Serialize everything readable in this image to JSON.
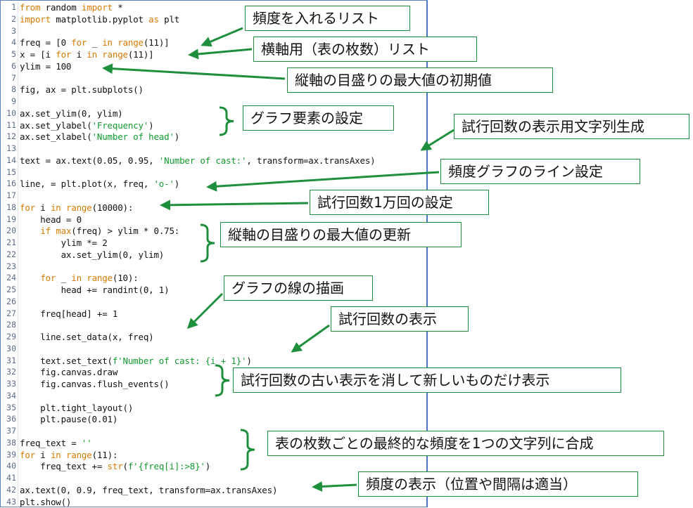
{
  "code_lines": [
    {
      "n": "1",
      "tokens": [
        {
          "t": "from",
          "c": "kw"
        },
        {
          "t": " random "
        },
        {
          "t": "import",
          "c": "kw"
        },
        {
          "t": " *"
        }
      ]
    },
    {
      "n": "2",
      "tokens": [
        {
          "t": "import",
          "c": "kw"
        },
        {
          "t": " matplotlib.pyplot "
        },
        {
          "t": "as",
          "c": "kw"
        },
        {
          "t": " plt"
        }
      ]
    },
    {
      "n": "3",
      "tokens": []
    },
    {
      "n": "4",
      "tokens": [
        {
          "t": "freq = [0 "
        },
        {
          "t": "for",
          "c": "kw"
        },
        {
          "t": " _ "
        },
        {
          "t": "in",
          "c": "kw"
        },
        {
          "t": " "
        },
        {
          "t": "range",
          "c": "kw"
        },
        {
          "t": "(11)]"
        }
      ]
    },
    {
      "n": "5",
      "tokens": [
        {
          "t": "x = [i "
        },
        {
          "t": "for",
          "c": "kw"
        },
        {
          "t": " i "
        },
        {
          "t": "in",
          "c": "kw"
        },
        {
          "t": " "
        },
        {
          "t": "range",
          "c": "kw"
        },
        {
          "t": "(11)]"
        }
      ]
    },
    {
      "n": "6",
      "tokens": [
        {
          "t": "ylim = 100"
        }
      ]
    },
    {
      "n": "7",
      "tokens": []
    },
    {
      "n": "8",
      "tokens": [
        {
          "t": "fig, ax = plt.subplots()"
        }
      ]
    },
    {
      "n": "9",
      "tokens": []
    },
    {
      "n": "10",
      "tokens": [
        {
          "t": "ax.set_ylim(0, ylim)"
        }
      ]
    },
    {
      "n": "11",
      "tokens": [
        {
          "t": "ax.set_ylabel("
        },
        {
          "t": "'Frequency'",
          "c": "str"
        },
        {
          "t": ")"
        }
      ]
    },
    {
      "n": "12",
      "tokens": [
        {
          "t": "ax.set_xlabel("
        },
        {
          "t": "'Number of head'",
          "c": "str"
        },
        {
          "t": ")"
        }
      ]
    },
    {
      "n": "13",
      "tokens": []
    },
    {
      "n": "14",
      "tokens": [
        {
          "t": "text = ax.text(0.05, 0.95, "
        },
        {
          "t": "'Number of cast:'",
          "c": "str"
        },
        {
          "t": ", transform=ax.transAxes)"
        }
      ]
    },
    {
      "n": "15",
      "tokens": []
    },
    {
      "n": "16",
      "tokens": [
        {
          "t": "line, = plt.plot(x, freq, "
        },
        {
          "t": "'o-'",
          "c": "str"
        },
        {
          "t": ")"
        }
      ]
    },
    {
      "n": "17",
      "tokens": []
    },
    {
      "n": "18",
      "tokens": [
        {
          "t": "for",
          "c": "kw"
        },
        {
          "t": " i "
        },
        {
          "t": "in",
          "c": "kw"
        },
        {
          "t": " "
        },
        {
          "t": "range",
          "c": "kw"
        },
        {
          "t": "(10000):"
        }
      ]
    },
    {
      "n": "19",
      "tokens": [
        {
          "t": "    head = 0"
        }
      ]
    },
    {
      "n": "20",
      "tokens": [
        {
          "t": "    "
        },
        {
          "t": "if",
          "c": "kw"
        },
        {
          "t": " "
        },
        {
          "t": "max",
          "c": "kw"
        },
        {
          "t": "(freq) > ylim * 0.75:"
        }
      ]
    },
    {
      "n": "21",
      "tokens": [
        {
          "t": "        ylim *= 2"
        }
      ]
    },
    {
      "n": "22",
      "tokens": [
        {
          "t": "        ax.set_ylim(0, ylim)"
        }
      ]
    },
    {
      "n": "23",
      "tokens": []
    },
    {
      "n": "24",
      "tokens": [
        {
          "t": "    "
        },
        {
          "t": "for",
          "c": "kw"
        },
        {
          "t": " _ "
        },
        {
          "t": "in",
          "c": "kw"
        },
        {
          "t": " "
        },
        {
          "t": "range",
          "c": "kw"
        },
        {
          "t": "(10):"
        }
      ]
    },
    {
      "n": "25",
      "tokens": [
        {
          "t": "        head += randint(0, 1)"
        }
      ]
    },
    {
      "n": "26",
      "tokens": []
    },
    {
      "n": "27",
      "tokens": [
        {
          "t": "    freq[head] += 1"
        }
      ]
    },
    {
      "n": "28",
      "tokens": []
    },
    {
      "n": "29",
      "tokens": [
        {
          "t": "    line.set_data(x, freq)"
        }
      ]
    },
    {
      "n": "30",
      "tokens": []
    },
    {
      "n": "31",
      "tokens": [
        {
          "t": "    text.set_text("
        },
        {
          "t": "f'Number of cast: {i + 1}'",
          "c": "str"
        },
        {
          "t": ")"
        }
      ]
    },
    {
      "n": "32",
      "tokens": [
        {
          "t": "    fig.canvas.draw"
        }
      ]
    },
    {
      "n": "33",
      "tokens": [
        {
          "t": "    fig.canvas.flush_events()"
        }
      ]
    },
    {
      "n": "34",
      "tokens": []
    },
    {
      "n": "35",
      "tokens": [
        {
          "t": "    plt.tight_layout()"
        }
      ]
    },
    {
      "n": "36",
      "tokens": [
        {
          "t": "    plt.pause(0.01)"
        }
      ]
    },
    {
      "n": "37",
      "tokens": []
    },
    {
      "n": "38",
      "tokens": [
        {
          "t": "freq_text = "
        },
        {
          "t": "''",
          "c": "str"
        }
      ]
    },
    {
      "n": "39",
      "tokens": [
        {
          "t": "for",
          "c": "kw"
        },
        {
          "t": " i "
        },
        {
          "t": "in",
          "c": "kw"
        },
        {
          "t": " "
        },
        {
          "t": "range",
          "c": "kw"
        },
        {
          "t": "(11):"
        }
      ]
    },
    {
      "n": "40",
      "tokens": [
        {
          "t": "    freq_text += "
        },
        {
          "t": "str",
          "c": "kw"
        },
        {
          "t": "("
        },
        {
          "t": "f'{freq[i]:>8}'",
          "c": "str"
        },
        {
          "t": ")"
        }
      ]
    },
    {
      "n": "41",
      "tokens": []
    },
    {
      "n": "42",
      "tokens": [
        {
          "t": "ax.text(0, 0.9, freq_text, transform=ax.transAxes)"
        }
      ]
    },
    {
      "n": "43",
      "tokens": [
        {
          "t": "plt.show()"
        }
      ]
    }
  ],
  "callouts": [
    "頻度を入れるリスト",
    "横軸用（表の枚数）リスト",
    "縦軸の目盛りの最大値の初期値",
    "グラフ要素の設定",
    "試行回数の表示用文字列生成",
    "頻度グラフのライン設定",
    "試行回数1万回の設定",
    "縦軸の目盛りの最大値の更新",
    "グラフの線の描画",
    "試行回数の表示",
    "試行回数の古い表示を消して新しいものだけ表示",
    "表の枚数ごとの最終的な頻度を1つの文字列に合成",
    "頻度の表示（位置や間隔は適当）"
  ],
  "colors": {
    "keyword": "#d97a00",
    "string": "#119b2f",
    "annotation": "#1e8f3c",
    "editor_border": "#4d76c4"
  }
}
